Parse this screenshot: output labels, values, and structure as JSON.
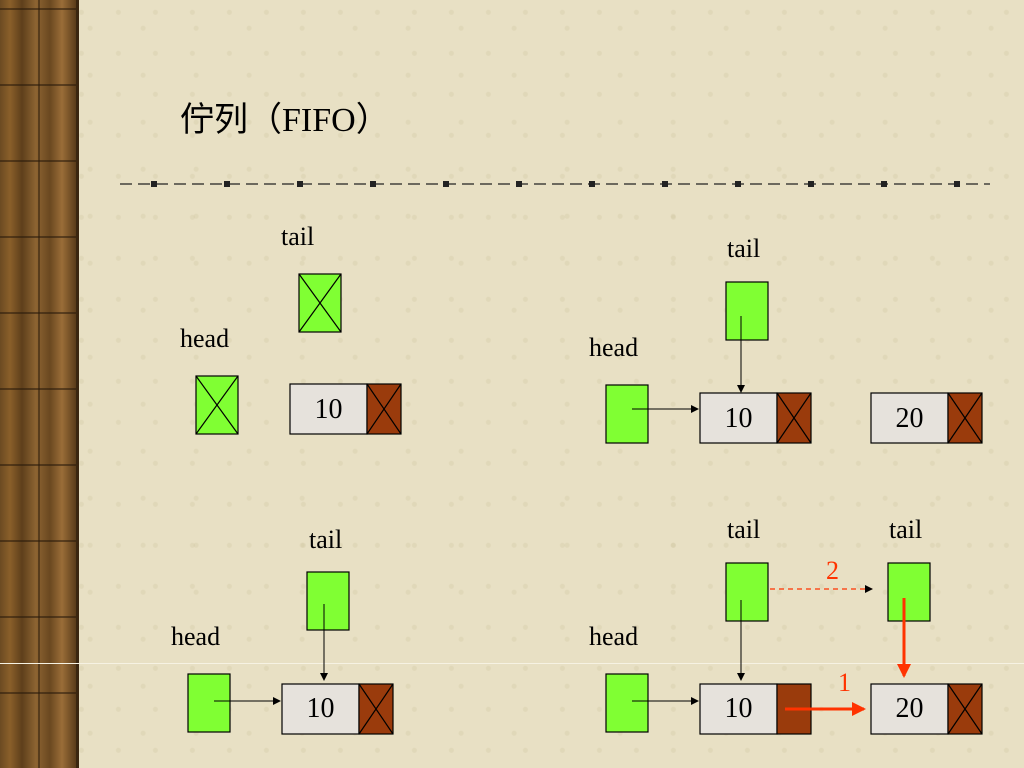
{
  "title": "佇列（FIFO）",
  "labels": {
    "tail": "tail",
    "head": "head"
  },
  "values": {
    "v10": "10",
    "v20": "20"
  },
  "steps": {
    "one": "1",
    "two": "2"
  },
  "colors": {
    "pointer_green": "#80ff33",
    "node_gray": "#e6e2dc",
    "next_brown": "#9a3b0c",
    "step_red": "#ff3300",
    "background": "#e8e0c4"
  }
}
